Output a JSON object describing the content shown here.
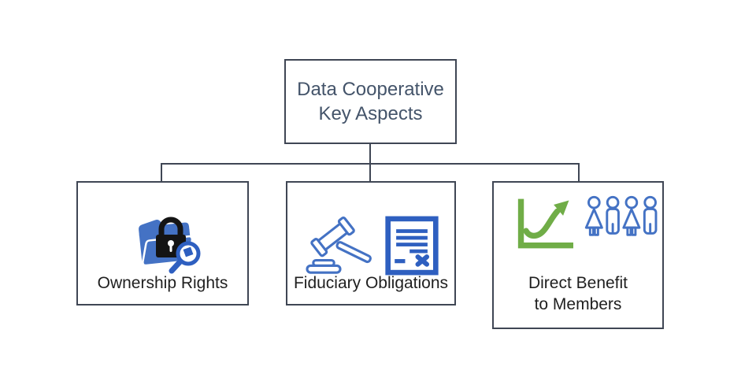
{
  "title": {
    "line1": "Data Cooperative",
    "line2": "Key Aspects"
  },
  "nodes": [
    {
      "label": "Ownership Rights",
      "icons": [
        "folder-lock-search-icon"
      ]
    },
    {
      "label": "Fiduciary Obligations",
      "icons": [
        "gavel-icon",
        "contract-document-icon"
      ]
    },
    {
      "label_line1": "Direct Benefit",
      "label_line2": "to Members",
      "icons": [
        "growth-chart-arrow-icon",
        "member-group-icon"
      ]
    }
  ],
  "colors": {
    "background": "#FFFFFF",
    "box_border": "#3F4654",
    "connector_line": "#3F4654",
    "title_text": "#44546A",
    "label_text": "#1F1F1F",
    "icon_blue": "#4472C4",
    "icon_deep_blue": "#2E5FC0",
    "icon_green": "#70AD47",
    "icon_black": "#141414"
  }
}
